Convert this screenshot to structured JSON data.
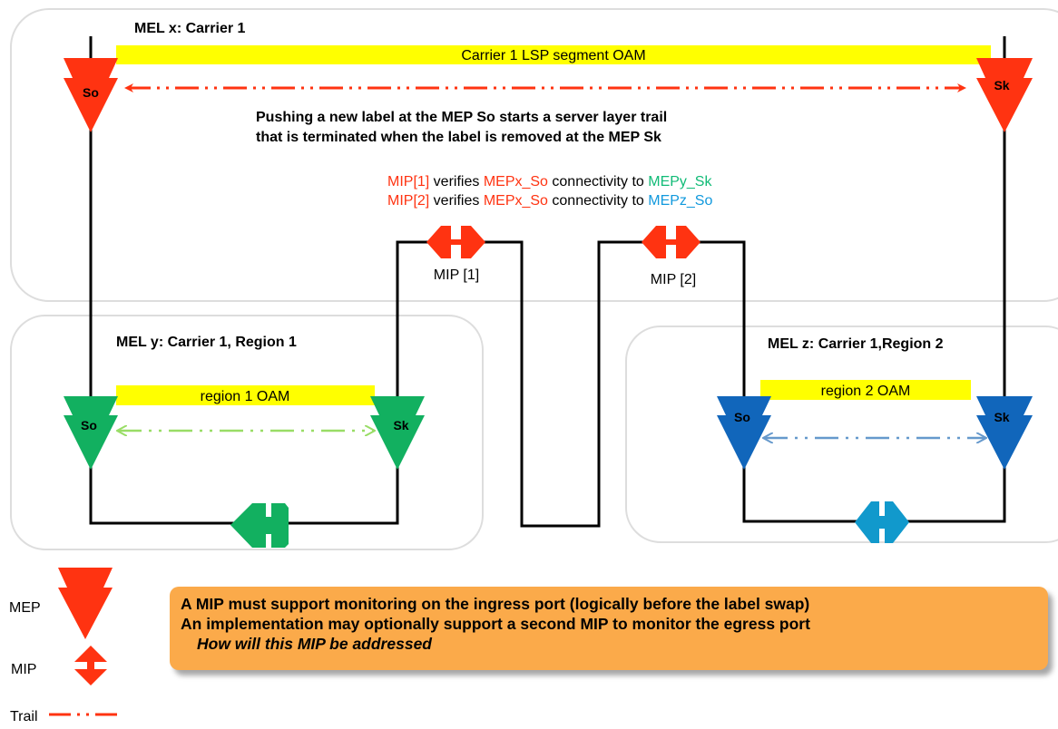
{
  "mel_x": {
    "title": "MEL x:  Carrier 1",
    "oam_label": "Carrier 1 LSP segment OAM",
    "so_label": "So",
    "sk_label": "Sk",
    "description_line1": "Pushing a new label at the MEP So starts a server layer trail",
    "description_line2": "that is terminated when the label is removed at the MEP Sk"
  },
  "mip_verify": [
    {
      "mip": "MIP[1]",
      "verb": " verifies ",
      "from": "MEPx_So",
      "mid": " connectivity to ",
      "to": "MEPy_Sk"
    },
    {
      "mip": "MIP[2]",
      "verb": " verifies ",
      "from": "MEPx_So",
      "mid": " connectivity to ",
      "to": "MEPz_So"
    }
  ],
  "mip_labels": {
    "mip1": "MIP [1]",
    "mip2": "MIP [2]"
  },
  "mel_y": {
    "title": "MEL y: Carrier 1, Region 1",
    "oam_label": "region 1 OAM",
    "so_label": "So",
    "sk_label": "Sk"
  },
  "mel_z": {
    "title": "MEL z: Carrier 1,Region 2",
    "oam_label": "region 2 OAM",
    "so_label": "So",
    "sk_label": "Sk"
  },
  "legend": {
    "mep": "MEP",
    "mip": "MIP",
    "trail": "Trail"
  },
  "note": {
    "line1": "A MIP must support monitoring on the ingress port (logically before the label swap)",
    "line2": "An implementation may optionally support a second MIP to monitor the egress port",
    "line3": "How will this MIP be addressed"
  },
  "colors": {
    "mep_x": "#ff3311",
    "mep_y": "#12b060",
    "mep_z": "#1166bb",
    "mip_red": "#ff3311",
    "mip_green": "#12b060",
    "mip_blue": "#1199cc",
    "oam_bar": "#ffff00",
    "trail_x": "#ff3311",
    "trail_y": "#99dd66",
    "trail_z": "#6699cc",
    "verify_red": "#ff3311",
    "verify_green": "#11bb77",
    "verify_blue": "#1199dd",
    "note_bg": "#fbaa4a"
  }
}
